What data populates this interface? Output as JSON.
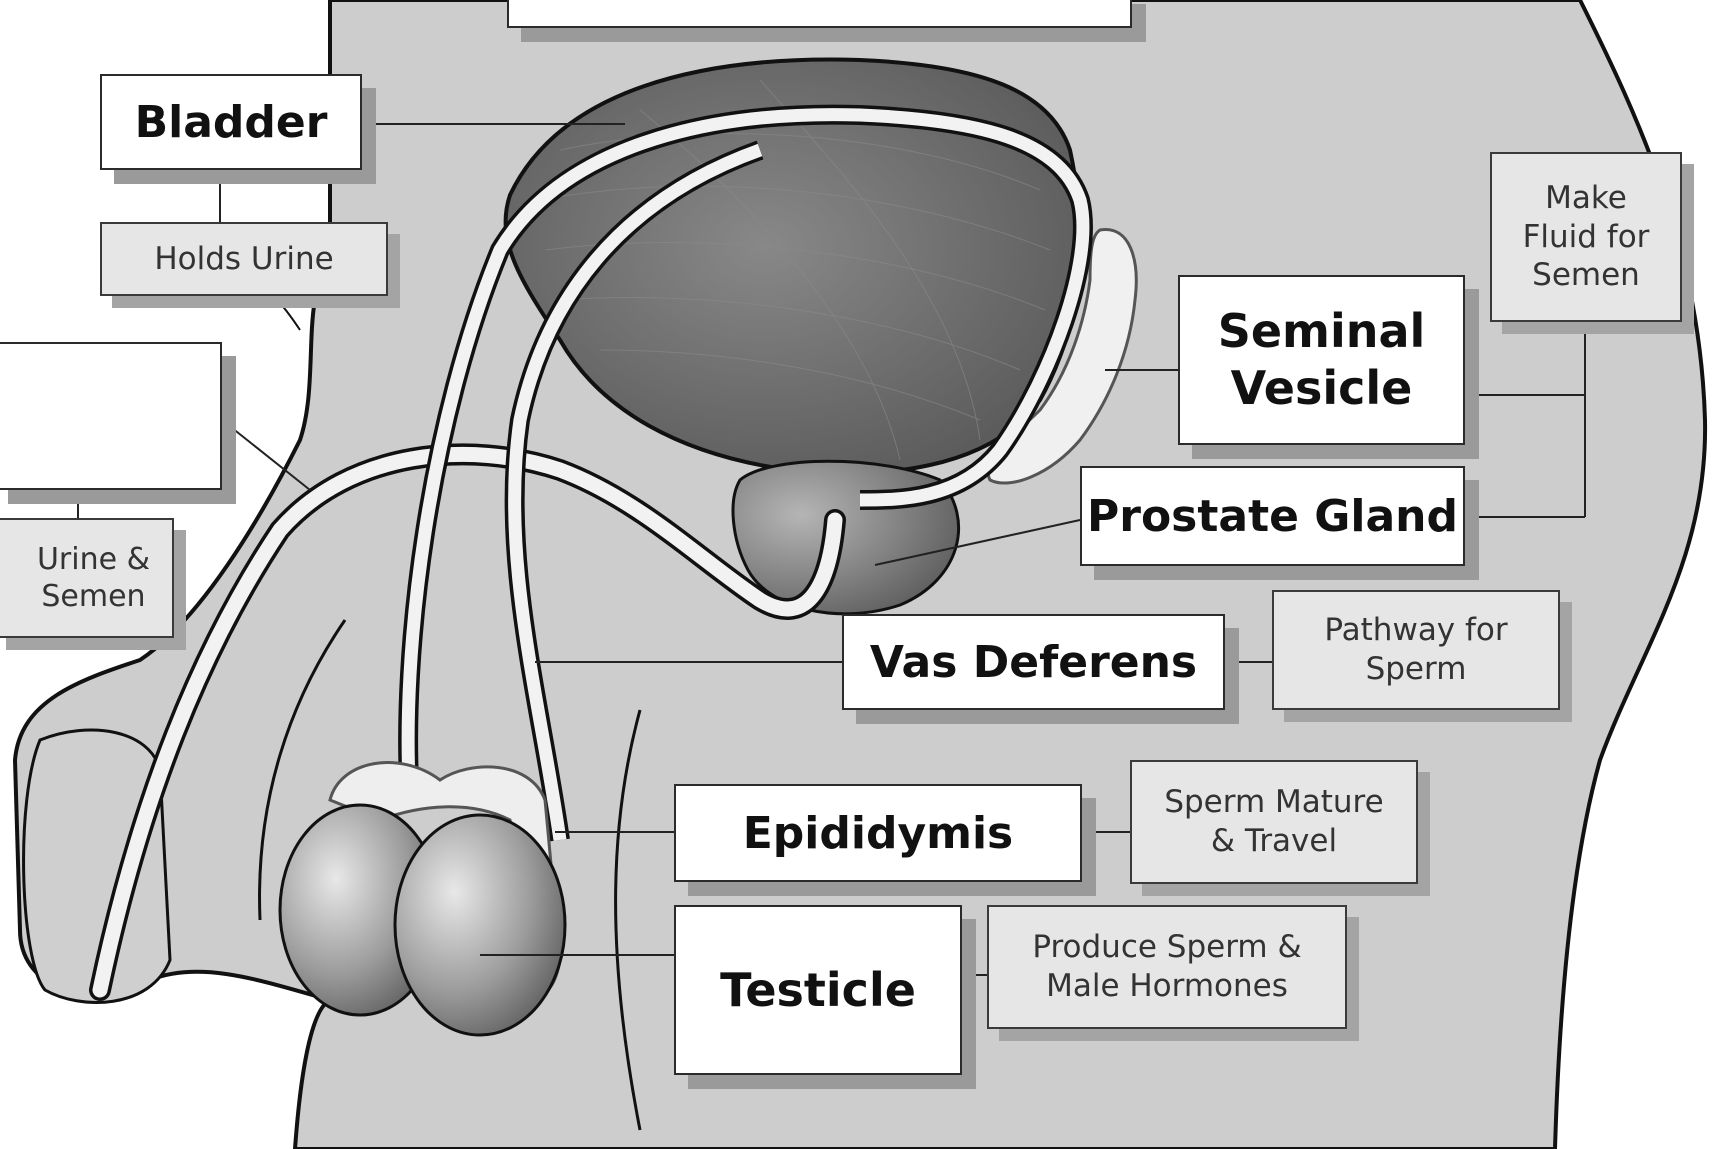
{
  "labels": {
    "top_blank": "",
    "left_blank": "",
    "bladder": "Bladder",
    "seminal_vesicle": "Seminal\nVesicle",
    "prostate_gland": "Prostate Gland",
    "vas_deferens": "Vas Deferens",
    "epididymis": "Epididymis",
    "testicle": "Testicle"
  },
  "functions": {
    "bladder": "Holds Urine",
    "urethra_partial": "Urine &\nSemen",
    "seminal_prostate": "Make\nFluid for\nSemen",
    "vas_deferens": "Pathway for\nSperm",
    "epididymis": "Sperm Mature\n& Travel",
    "testicle": "Produce Sperm &\nMale Hormones"
  },
  "colors": {
    "body_fill": "#cdcdcd",
    "organ_fill": "#6e6e6e",
    "tube_fill": "#f2f2f2",
    "outline": "#111111"
  }
}
